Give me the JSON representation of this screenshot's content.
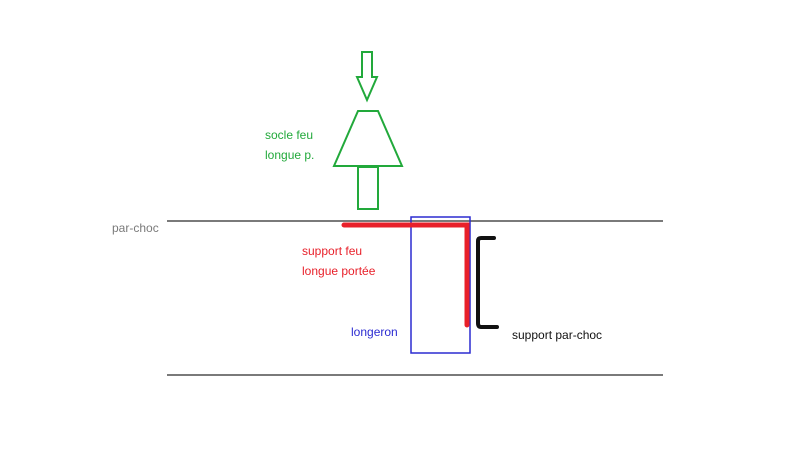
{
  "labels": {
    "socle_line1": "socle feu",
    "socle_line2": "longue p.",
    "parchoc": "par-choc",
    "support_feu_line1": "support feu",
    "support_feu_line2": "longue portée",
    "longeron": "longeron",
    "support_parchoc": "support par-choc"
  },
  "colors": {
    "green": "#22a93b",
    "red": "#e8202a",
    "blue": "#2b2bd1",
    "gray": "#7a7a7a",
    "black": "#111111"
  },
  "icons": {
    "force_arrow": "down-arrow-icon"
  }
}
